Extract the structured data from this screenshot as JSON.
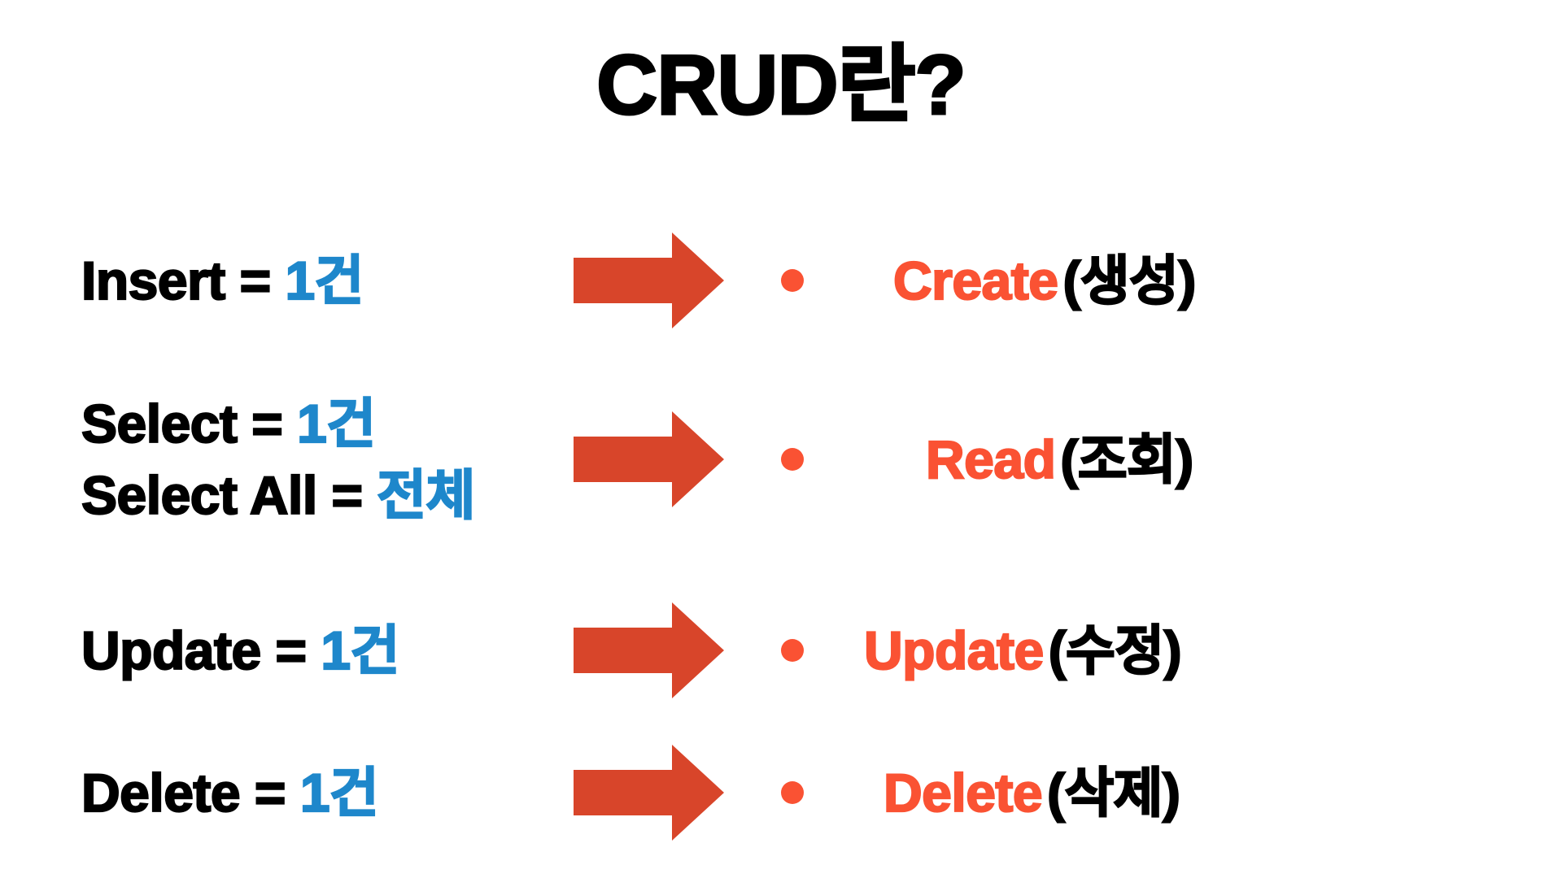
{
  "slide": {
    "title": "CRUD란?",
    "background_color": "#FFFFFF"
  },
  "colors": {
    "title_text": "#000000",
    "sql_label": "#000000",
    "sql_value_blue": "#1E87CB",
    "arrow_orange": "#D8452A",
    "crud_term_orange": "#FA5233",
    "korean_gloss": "#000000"
  },
  "rows": [
    {
      "left_lines": [
        {
          "label": "Insert = ",
          "value": "1건"
        }
      ],
      "arrow": "right-arrow-icon",
      "bullet": "bullet-dot-icon",
      "term": "Create",
      "gloss": "(생성)"
    },
    {
      "left_lines": [
        {
          "label": "Select = ",
          "value": "1건"
        },
        {
          "label": "Select All = ",
          "value": "전체"
        }
      ],
      "arrow": "right-arrow-icon",
      "bullet": "bullet-dot-icon",
      "term": "Read",
      "gloss": "(조회)"
    },
    {
      "left_lines": [
        {
          "label": "Update = ",
          "value": "1건"
        }
      ],
      "arrow": "right-arrow-icon",
      "bullet": "bullet-dot-icon",
      "term": "Update",
      "gloss": "(수정)"
    },
    {
      "left_lines": [
        {
          "label": "Delete = ",
          "value": "1건"
        }
      ],
      "arrow": "right-arrow-icon",
      "bullet": "bullet-dot-icon",
      "term": "Delete",
      "gloss": "(삭제)"
    }
  ]
}
